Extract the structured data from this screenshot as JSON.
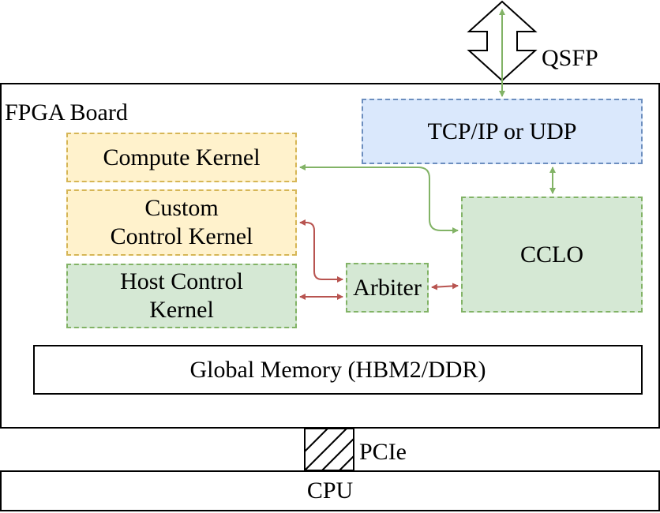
{
  "diagram": {
    "board_label": "FPGA Board",
    "network_label": "QSFP",
    "bus_label": "PCIe",
    "blocks": {
      "compute_kernel": "Compute Kernel",
      "custom_control_kernel": "Custom Control Kernel",
      "host_control_kernel": "Host Control Kernel",
      "arbiter": "Arbiter",
      "tcp_udp": "TCP/IP or UDP",
      "cclo": "CCLO",
      "global_memory": "Global Memory (HBM2/DDR)",
      "cpu": "CPU"
    },
    "colors": {
      "yellow_fill": "#fff2cc",
      "yellow_border": "#d6b656",
      "green_fill": "#d5e8d4",
      "green_border": "#82b366",
      "blue_fill": "#dae8fc",
      "blue_border": "#6c8ebf",
      "green_arrow": "#82b366",
      "red_arrow": "#b85450"
    }
  }
}
